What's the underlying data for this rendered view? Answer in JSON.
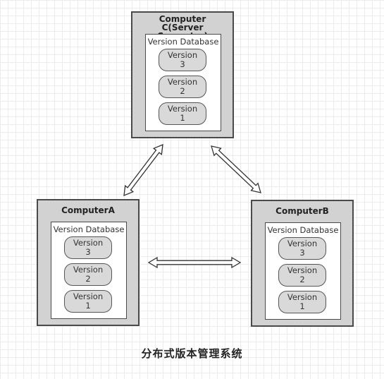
{
  "computers": {
    "c": {
      "title": "Computer C(Server Computer)",
      "database": "Version Database",
      "versions": [
        {
          "word": "Version",
          "number": "3"
        },
        {
          "word": "Version",
          "number": "2"
        },
        {
          "word": "Version",
          "number": "1"
        }
      ]
    },
    "a": {
      "title": "ComputerA",
      "database": "Version Database",
      "versions": [
        {
          "word": "Version",
          "number": "3"
        },
        {
          "word": "Version",
          "number": "2"
        },
        {
          "word": "Version",
          "number": "1"
        }
      ]
    },
    "b": {
      "title": "ComputerB",
      "database": "Version Database",
      "versions": [
        {
          "word": "Version",
          "number": "3"
        },
        {
          "word": "Version",
          "number": "2"
        },
        {
          "word": "Version",
          "number": "1"
        }
      ]
    }
  },
  "caption": "分布式版本管理系统",
  "colors": {
    "box_fill": "#d2d2d2",
    "version_fill": "#d9d9d9",
    "border": "#4a4a4a"
  }
}
